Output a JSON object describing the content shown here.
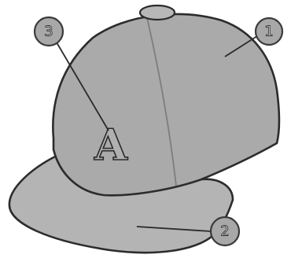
{
  "callouts": [
    {
      "label": "1",
      "part": "crown"
    },
    {
      "label": "2",
      "part": "visor"
    },
    {
      "label": "3",
      "part": "logo"
    }
  ],
  "logo": {
    "letter": "A"
  }
}
